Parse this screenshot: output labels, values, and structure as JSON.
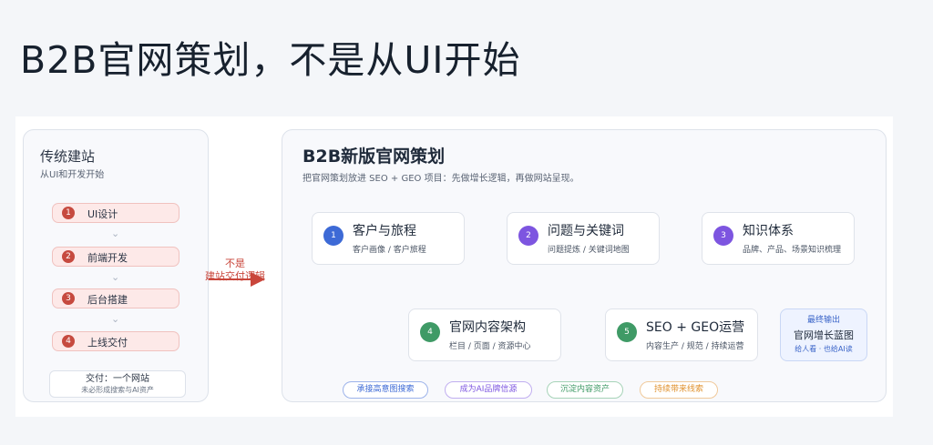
{
  "slide": {
    "title": "B2B官网策划，不是从UI开始"
  },
  "traditional": {
    "title": "传统建站",
    "subtitle": "从UI和开发开始",
    "steps": [
      {
        "num": "1",
        "label": "UI设计"
      },
      {
        "num": "2",
        "label": "前端开发"
      },
      {
        "num": "3",
        "label": "后台搭建"
      },
      {
        "num": "4",
        "label": "上线交付"
      }
    ],
    "delivery_title": "交付：一个网站",
    "delivery_note": "未必形成搜索与AI资产"
  },
  "contrast": {
    "line1": "不是",
    "line2": "建站交付逻辑"
  },
  "new_plan": {
    "title": "B2B新版官网策划",
    "subtitle": "把官网策划放进 SEO + GEO 项目：先做增长逻辑，再做网站呈现。",
    "nodes": [
      {
        "num": "1",
        "title": "客户与旅程",
        "sub": "客户画像 / 客户旅程",
        "color": "#3d6ad6"
      },
      {
        "num": "2",
        "title": "问题与关键词",
        "sub": "问题提炼 / 关键词地图",
        "color": "#7d55e0"
      },
      {
        "num": "3",
        "title": "知识体系",
        "sub": "品牌、产品、场景知识梳理",
        "color": "#7d55e0"
      },
      {
        "num": "4",
        "title": "官网内容架构",
        "sub": "栏目 / 页面 / 资源中心",
        "color": "#3f9a66"
      },
      {
        "num": "5",
        "title": "SEO + GEO运营",
        "sub": "内容生产 / 规范 / 持续运营",
        "color": "#3f9a66"
      }
    ],
    "final": {
      "label": "最终输出",
      "title": "官网增长蓝图",
      "note": "给人看 · 也给AI读"
    },
    "tags": [
      {
        "label": "承接高意图搜索",
        "color": "#3d6ad6"
      },
      {
        "label": "成为AI品牌信源",
        "color": "#7d55e0"
      },
      {
        "label": "沉淀内容资产",
        "color": "#3f9a66"
      },
      {
        "label": "持续带来线索",
        "color": "#e0922f"
      }
    ]
  }
}
